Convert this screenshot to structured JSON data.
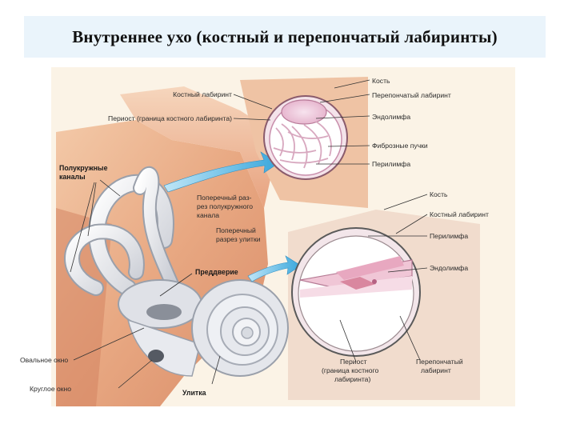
{
  "title": "Внутреннее ухо (костный и перепончатый лабиринты)",
  "labels": {
    "kost_top": "Кость",
    "kostny_labirint_left": "Костный лабиринт",
    "perepon_labirint_top": "Перепончатый лабиринт",
    "periost_left": "Периост (граница костного лабиринта)",
    "endolimfa_top": "Эндолимфа",
    "fibroznye_puchki": "Фиброзные пучки",
    "perilimfa_top": "Перилимфа",
    "polukruzhnye_1": "Полукружные",
    "polukruzhnye_2": "каналы",
    "poper_razrez_kanala_1": "Поперечный раз-",
    "poper_razrez_kanala_2": "рез полукружного",
    "poper_razrez_kanala_3": "канала",
    "poper_razrez_ulitki_1": "Поперечный",
    "poper_razrez_ulitki_2": "разрез улитки",
    "kost_right": "Кость",
    "kostny_labirint_right": "Костный лабиринт",
    "perilimfa_right": "Перилимфа",
    "predd": "Преддверие",
    "endolimfa_right": "Эндолимфа",
    "ovalnoe_okno": "Овальное окно",
    "krugloe_okno": "Круглое окно",
    "ulitka": "Улитка",
    "periost_bottom_1": "Периост",
    "periost_bottom_2": "(граница костного",
    "periost_bottom_3": "лабиринта)",
    "perepon_bottom_1": "Перепончатый",
    "perepon_bottom_2": "лабиринт"
  }
}
